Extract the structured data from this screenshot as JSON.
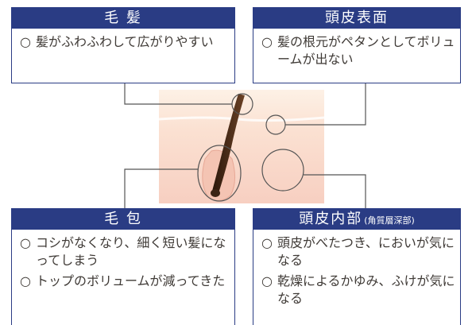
{
  "hair": {
    "title": "毛 髪",
    "items": [
      "髪がふわふわして広がりやすい"
    ]
  },
  "scalp_surface": {
    "title": "頭皮表面",
    "items": [
      "髪の根元がペタンとしてボリュームが出ない"
    ]
  },
  "follicle": {
    "title": "毛 包",
    "items": [
      "コシがなくなり、細く短い髪になってしまう",
      "トップのボリュームが減ってきた"
    ]
  },
  "scalp_inner": {
    "title": "頭皮内部",
    "subtitle": "(角質層深部)",
    "items": [
      "頭皮がべたつき、においが気になる",
      "乾燥によるかゆみ、ふけが気になる"
    ]
  },
  "bullet_mark": "○",
  "colors": {
    "header_bg": "#2a3c84",
    "skin_light": "#fce9dc",
    "skin_pink": "#f6cdbf",
    "hair": "#3b2415",
    "leader_line": "#555555"
  }
}
